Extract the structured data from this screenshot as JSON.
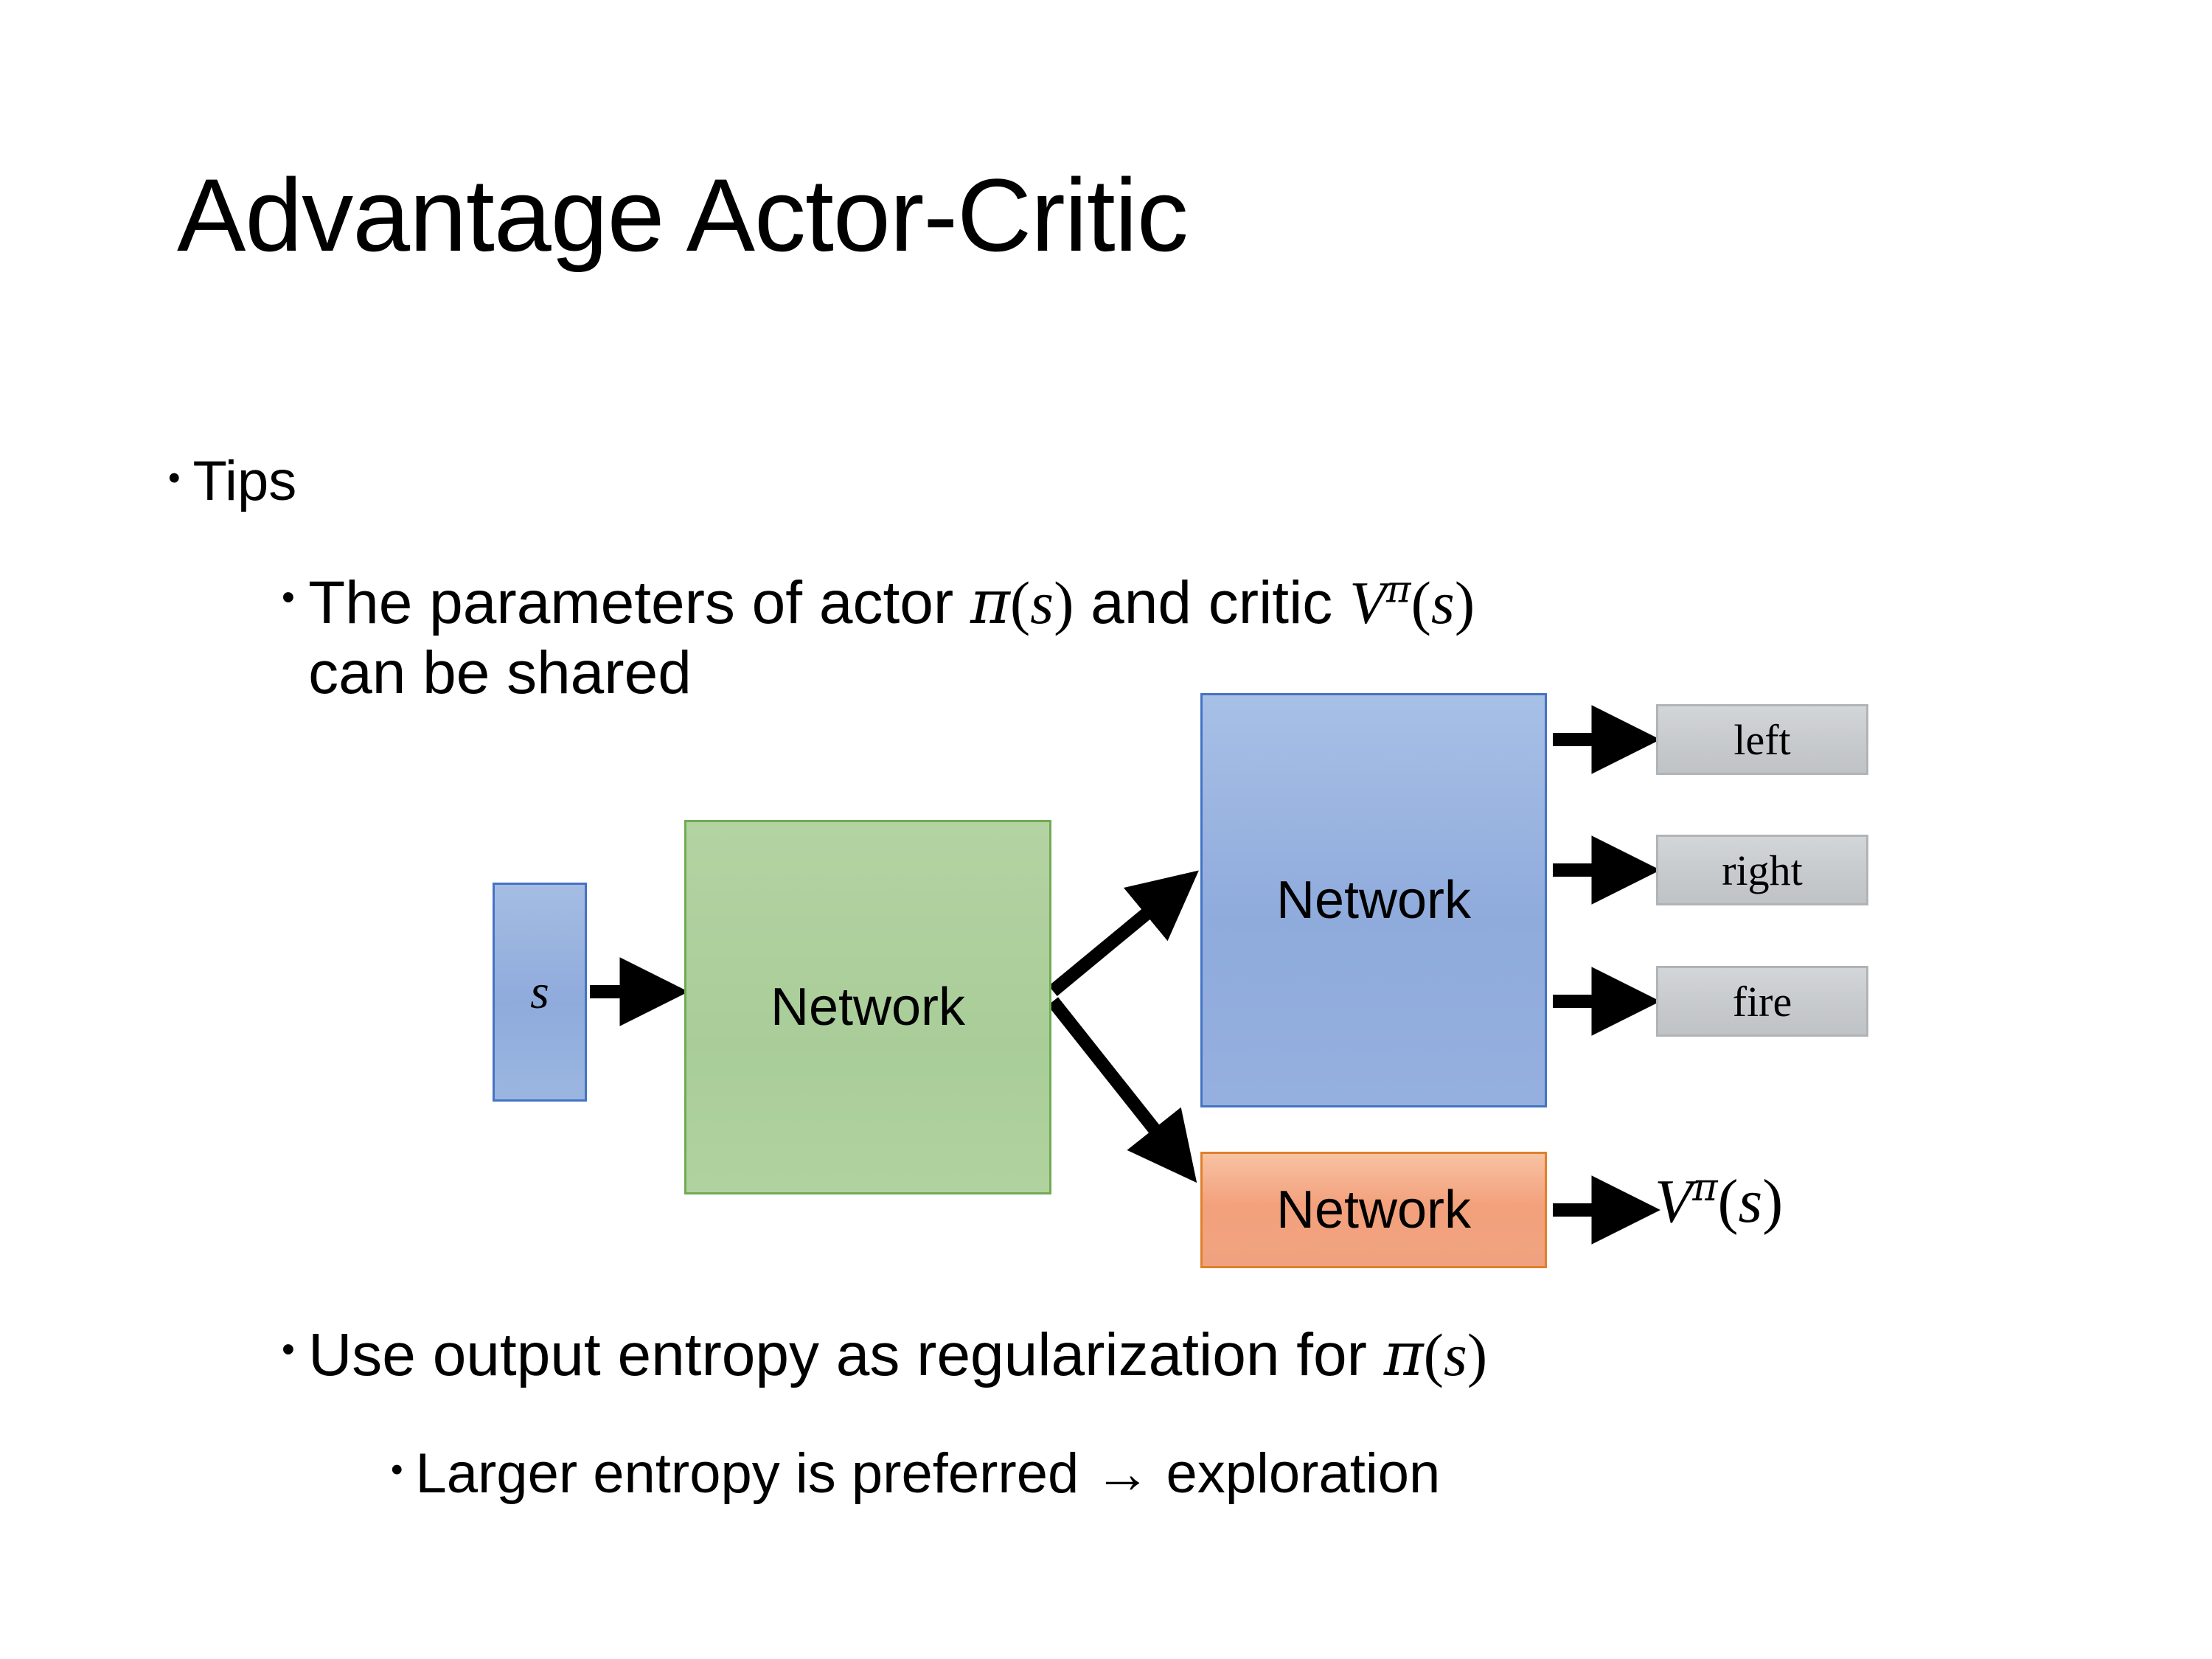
{
  "slide": {
    "title": "Advantage Actor-Critic",
    "bullets": [
      {
        "level": 1,
        "text": "Tips"
      },
      {
        "level": 2,
        "text": "The parameters of actor π(s)  and critic Vπ(s) can be shared"
      },
      {
        "level": 2,
        "text": "Use output entropy as regularization for π(s)"
      },
      {
        "level": 3,
        "text": "Larger entropy is preferred → exploration"
      }
    ],
    "bullet_glyph": "•"
  },
  "text": {
    "tips": "Tips",
    "params_pre": "The parameters of actor ",
    "params_mid": "  and critic ",
    "params_tail_line2": "can be shared",
    "entropy_pre": "Use output entropy as regularization for ",
    "larger_entropy": "Larger entropy is preferred → exploration"
  },
  "math": {
    "pi": "π",
    "s": "s",
    "V": "V",
    "lparen": "(",
    "rparen": ")",
    "pi_of_s": "π(s)",
    "v_pi_of_s": "Vπ(s)"
  },
  "diagram": {
    "input_label": "s",
    "shared_network_label": "Network",
    "actor_network_label": "Network",
    "critic_network_label": "Network",
    "actions": [
      {
        "label": "left"
      },
      {
        "label": "right"
      },
      {
        "label": "fire"
      }
    ],
    "critic_output": "Vπ(s)",
    "colors": {
      "input_box": "#8fabdc",
      "input_border": "#4573c4",
      "shared_box": "#a9cd99",
      "shared_border": "#70ab52",
      "actor_box": "#8fabdc",
      "actor_border": "#4573c4",
      "critic_box": "#f3a17c",
      "critic_border": "#e0802c",
      "action_box": "#c7cacc",
      "action_border": "#b1b4b6",
      "arrow": "#000000",
      "background": "#ffffff",
      "text": "#000000"
    }
  }
}
